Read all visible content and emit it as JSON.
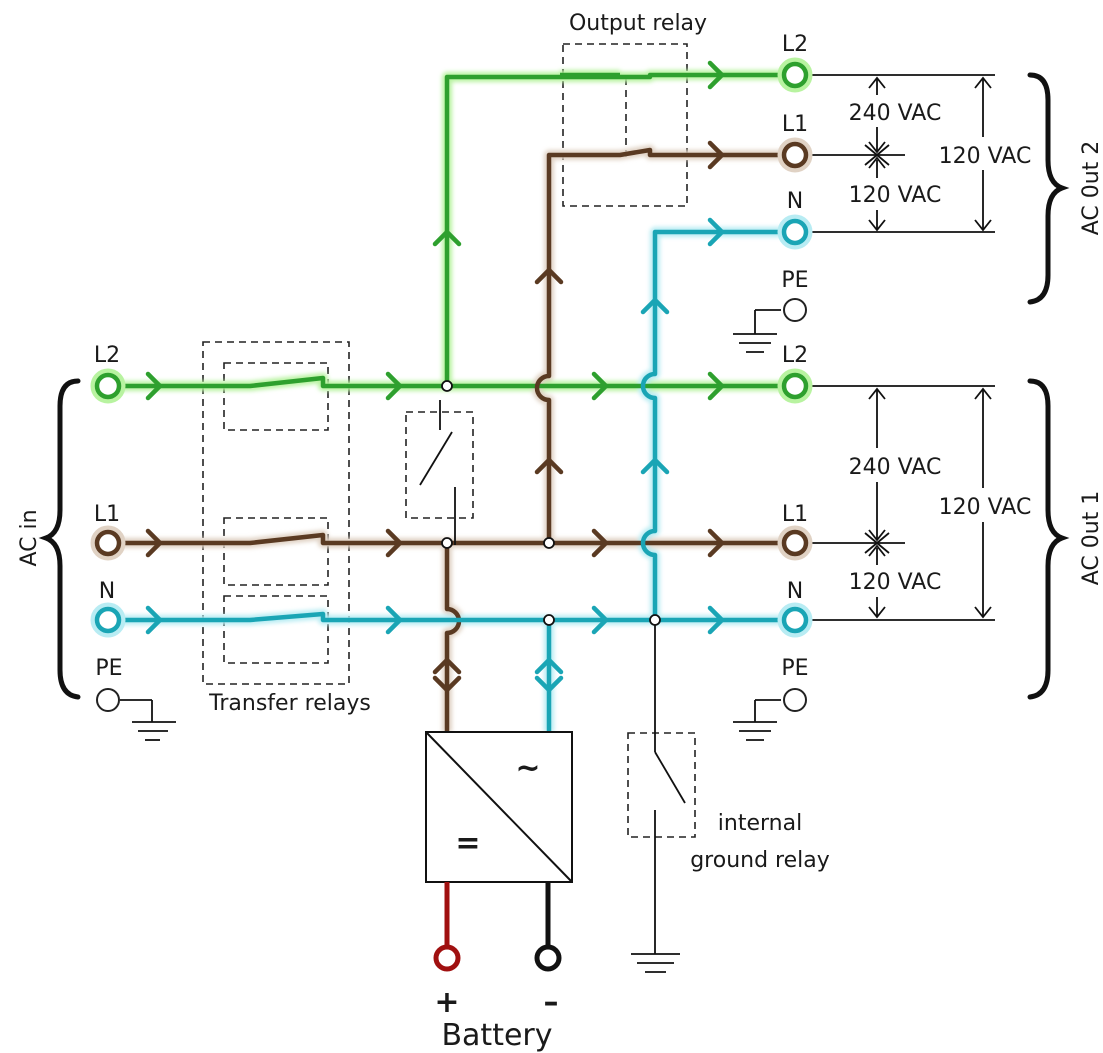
{
  "labels": {
    "output_relay": "Output relay",
    "transfer_relays": "Transfer relays",
    "internal_ground_relay_1": "internal",
    "internal_ground_relay_2": "ground relay",
    "battery": "Battery",
    "plus": "+",
    "minus": "–",
    "ac_in": "AC in",
    "ac_out_1": "AC 0ut 1",
    "ac_out_2": "AC 0ut 2",
    "inverter_ac": "~",
    "inverter_dc": "="
  },
  "terminals": {
    "in_l2": "L2",
    "in_l1": "L1",
    "in_n": "N",
    "in_pe": "PE",
    "out1_l2": "L2",
    "out1_l1": "L1",
    "out1_n": "N",
    "out1_pe": "PE",
    "out2_l2": "L2",
    "out2_l1": "L1",
    "out2_n": "N",
    "out2_pe": "PE"
  },
  "voltages": {
    "out2_240": "240 VAC",
    "out2_120_top": "120 VAC",
    "out2_120_bottom": "120 VAC",
    "out1_240": "240 VAC",
    "out1_120_right": "120 VAC",
    "out1_120_bottom": "120 VAC"
  },
  "colors": {
    "l2": "#2ea02e",
    "l2_glow": "#b8f3a0",
    "l1": "#5a3a22",
    "l1_glow": "#e0d2c4",
    "n": "#1aa5b5",
    "n_glow": "#b8ecf3",
    "battery_pos": "#a01010",
    "battery_neg": "#111111",
    "line": "#111111"
  }
}
